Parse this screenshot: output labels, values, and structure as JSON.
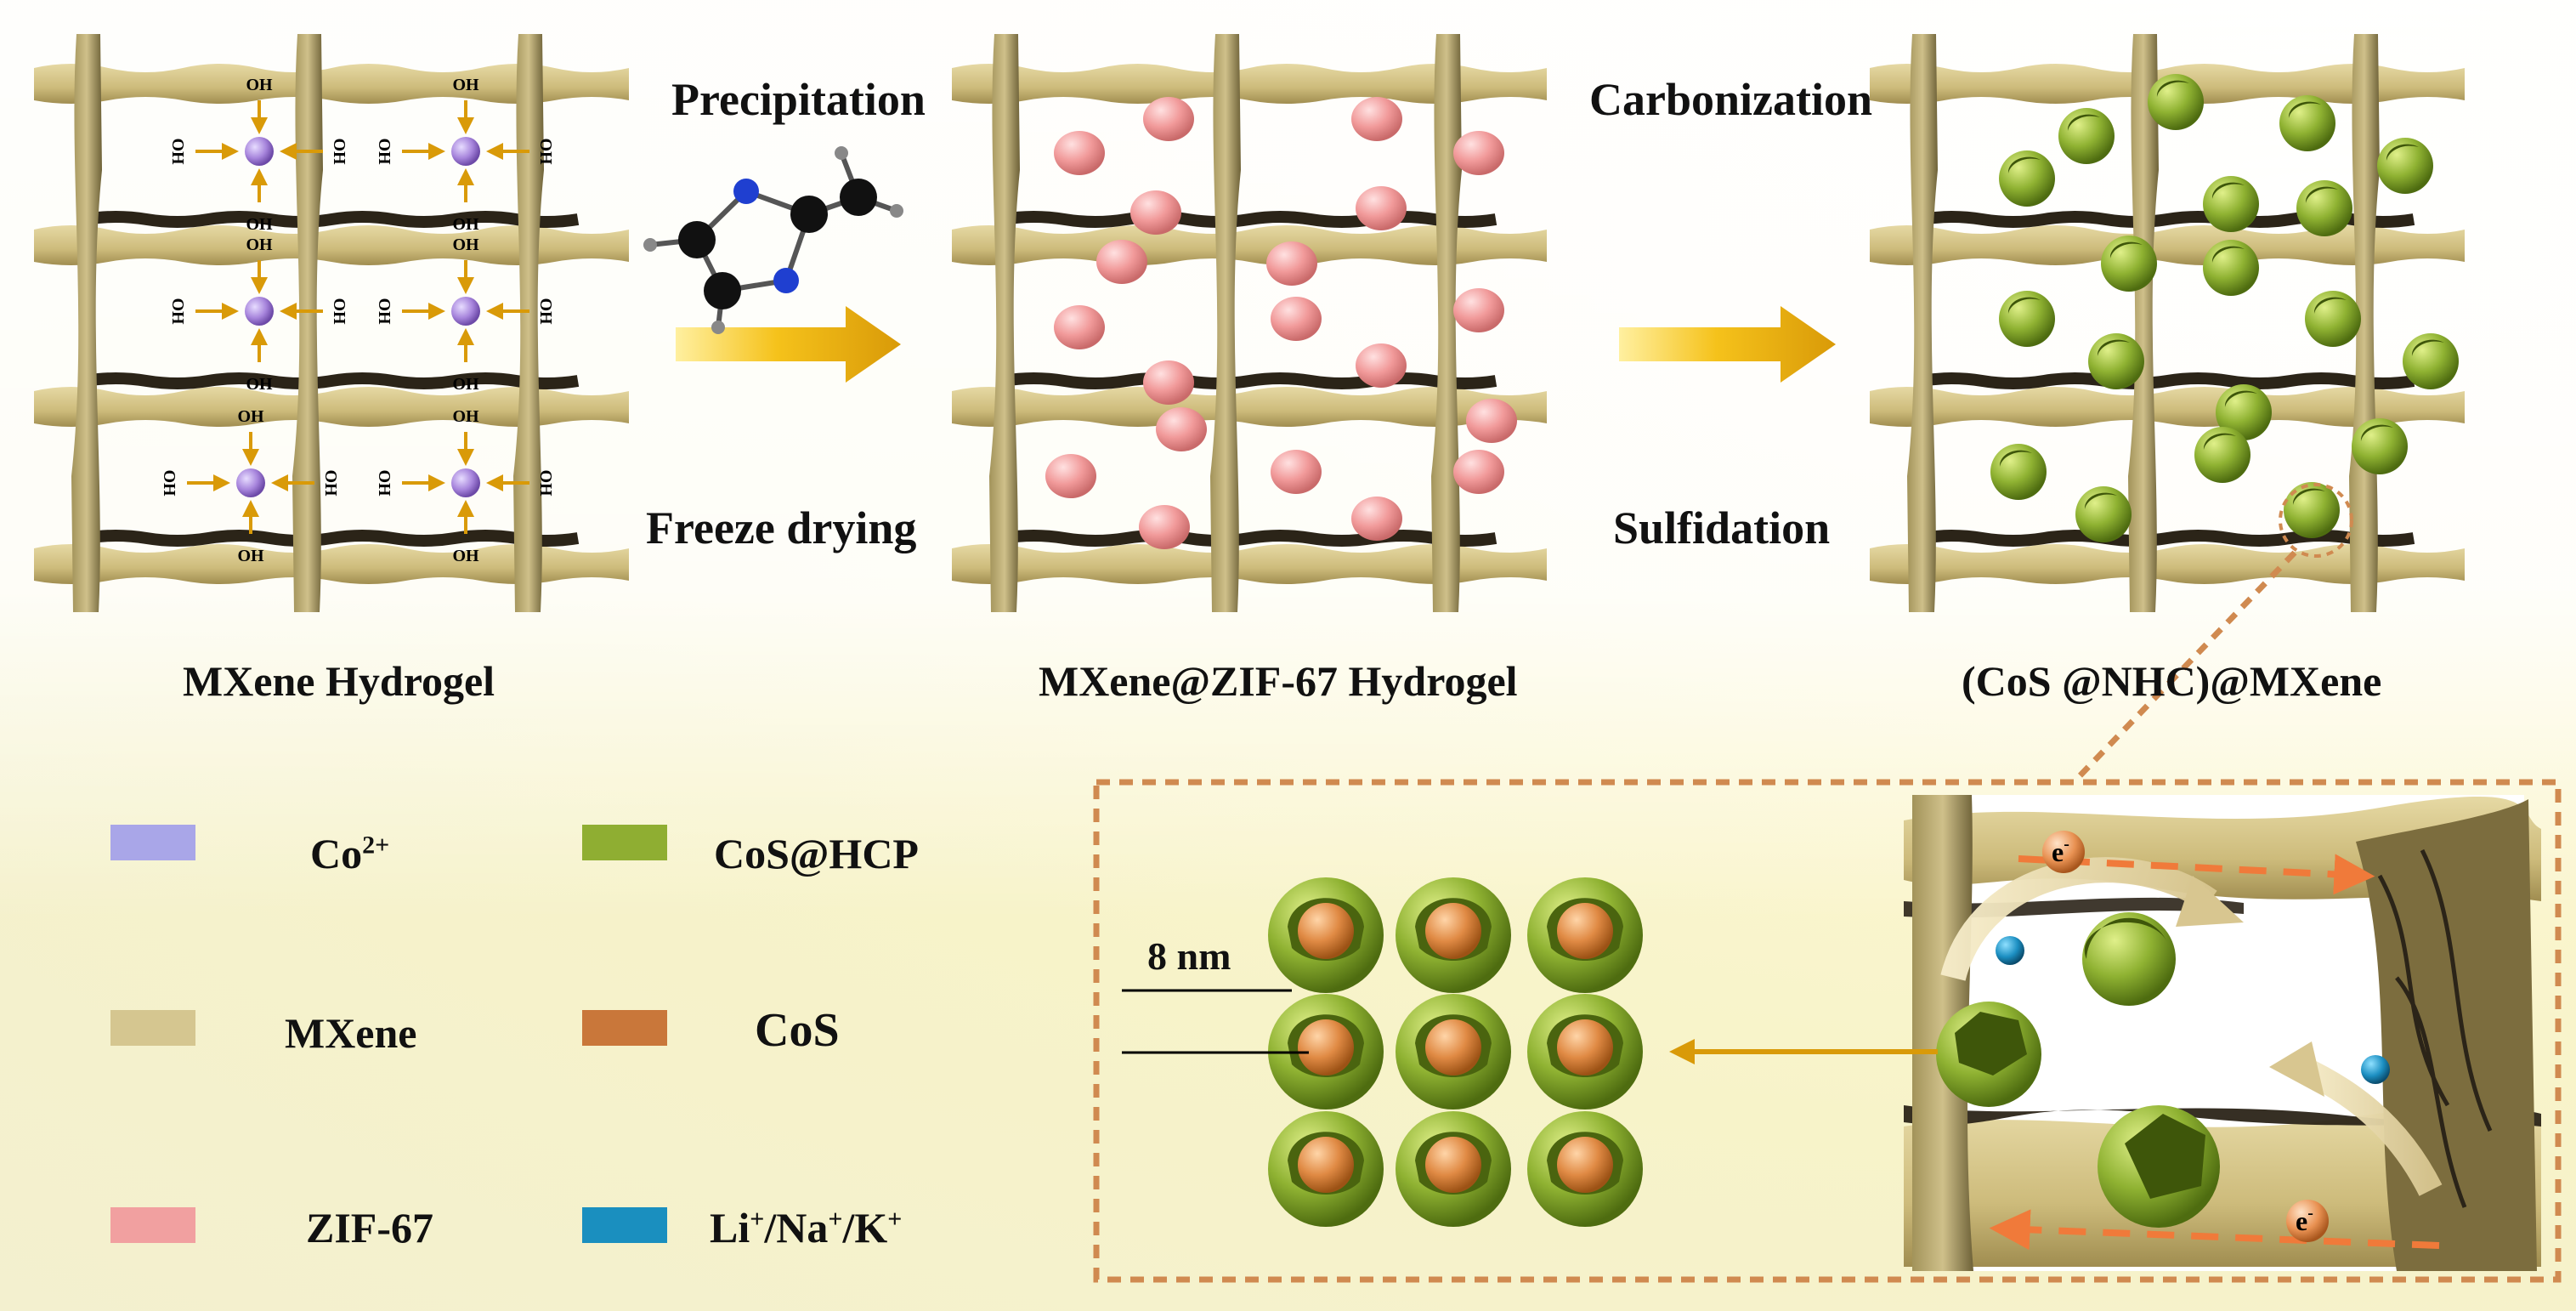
{
  "steps": {
    "top_left": "Precipitation",
    "bottom_left": "Freeze drying",
    "top_right": "Carbonization",
    "bottom_right": "Sulfidation"
  },
  "panels": {
    "left": "MXene Hydrogel",
    "middle": "MXene@ZIF-67 Hydrogel",
    "right": "(CoS @NHC)@MXene"
  },
  "group_label": "OH",
  "legend": [
    {
      "label": "Co",
      "sup": "2+",
      "color": "#a9a6e8"
    },
    {
      "label": "CoS@HCP",
      "color": "#8fae32"
    },
    {
      "label": "MXene",
      "color": "#d5c690"
    },
    {
      "label": "CoS",
      "color": "#c9773a"
    },
    {
      "label": "ZIF-67",
      "color": "#f1a0a0"
    },
    {
      "label_parts": [
        "Li",
        "+",
        "/Na",
        "+",
        "/K",
        "+"
      ],
      "color": "#1a8fbf"
    }
  ],
  "scale_label": "8 nm",
  "electron": {
    "base": "e",
    "sup": "-"
  },
  "colors": {
    "arrow": "#f0b419",
    "dashed_box": "#d08a50",
    "electron_path": "#f07a3a",
    "mxene": "#c9b878",
    "mxene_dark": "#2b2418"
  }
}
